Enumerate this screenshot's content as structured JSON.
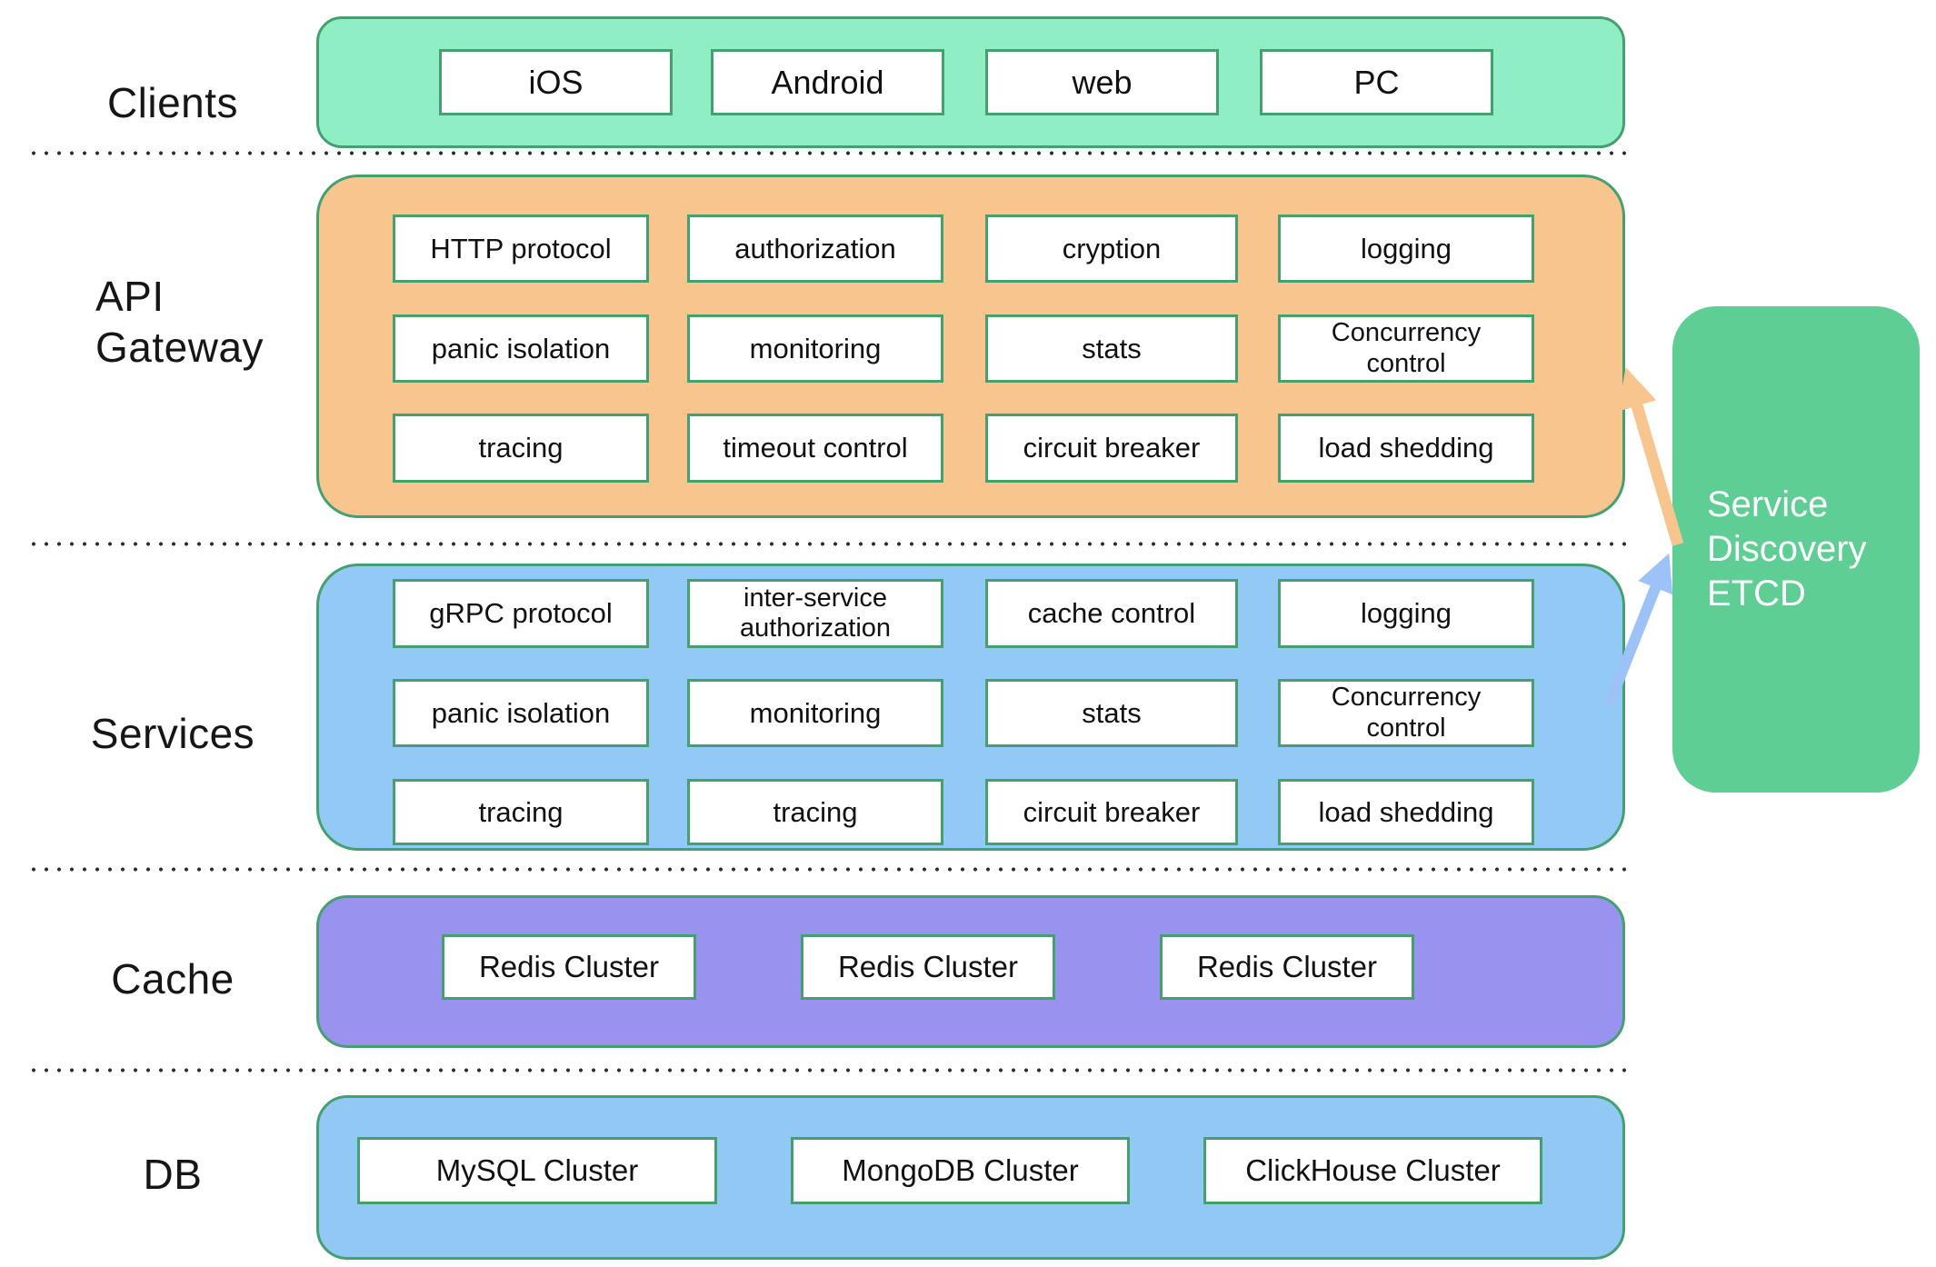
{
  "sidebar": {
    "clients": "Clients",
    "api_line1": "API",
    "api_line2": "Gateway",
    "services": "Services",
    "cache": "Cache",
    "db": "DB"
  },
  "clients": {
    "items": [
      "iOS",
      "Android",
      "web",
      "PC"
    ]
  },
  "api_gateway": {
    "rows": [
      [
        "HTTP protocol",
        "authorization",
        "cryption",
        "logging"
      ],
      [
        "panic isolation",
        "monitoring",
        "stats",
        "Concurrency\ncontrol"
      ],
      [
        "tracing",
        "timeout control",
        "circuit breaker",
        "load shedding"
      ]
    ]
  },
  "services": {
    "rows": [
      [
        "gRPC protocol",
        "inter-service\nauthorization",
        "cache control",
        "logging"
      ],
      [
        "panic isolation",
        "monitoring",
        "stats",
        "Concurrency\ncontrol"
      ],
      [
        "tracing",
        "tracing",
        "circuit breaker",
        "load shedding"
      ]
    ]
  },
  "cache": {
    "items": [
      "Redis Cluster",
      "Redis Cluster",
      "Redis Cluster"
    ]
  },
  "db": {
    "items": [
      "MySQL Cluster",
      "MongoDB Cluster",
      "ClickHouse Cluster"
    ]
  },
  "service_discovery": {
    "label": "Service Discovery ETCD"
  },
  "colors": {
    "clients_fill": "#90EEC4",
    "api_fill": "#F8C58F",
    "services_fill": "#93C9F5",
    "cache_fill": "#9793EE",
    "db_fill": "#92C8F4",
    "etcd_fill": "#5ECE95",
    "border_green": "#44A16F",
    "arrow_orange": "#F8C58F",
    "arrow_blue": "#9CC2F8"
  }
}
